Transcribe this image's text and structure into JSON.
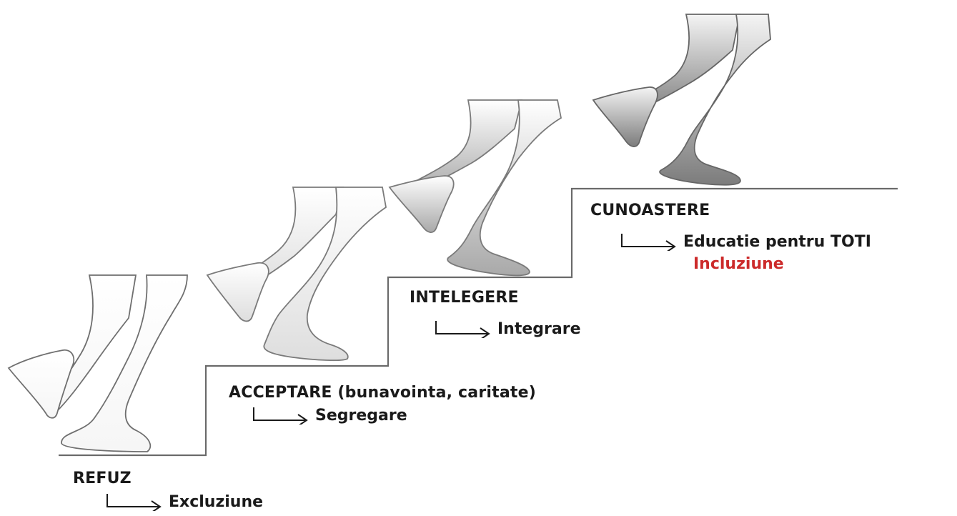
{
  "colors": {
    "stairs": "#6a6a6a",
    "text": "#1a1a1a",
    "highlight": "#cc2a2a",
    "leg_step1": "#ffffff",
    "leg_step2": "#ececec",
    "leg_step3": "#bdbdbd",
    "leg_step4": "#8e8e8e"
  },
  "steps": [
    {
      "title": "REFUZ",
      "result": "Excluziune"
    },
    {
      "title": "ACCEPTARE (bunavointa, caritate)",
      "result": "Segregare"
    },
    {
      "title": "INTELEGERE",
      "result": "Integrare"
    },
    {
      "title": "CUNOASTERE",
      "result": "Educatie pentru TOTI",
      "extra": "Incluziune"
    }
  ],
  "icons": [
    "corner-arrow-icon",
    "leg-illustration"
  ]
}
